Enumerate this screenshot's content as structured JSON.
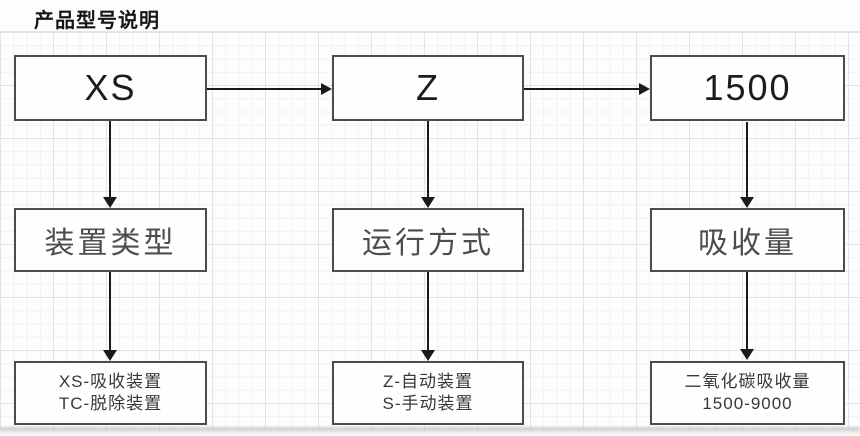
{
  "page": {
    "title": "产品型号说明"
  },
  "colors": {
    "box_border": "#4c4c4c",
    "arrow": "#1a1a1a",
    "grid_minor": "#f2f0f0",
    "grid_major": "#e3e3e3",
    "title_text": "#161616"
  },
  "columns": [
    {
      "code": "XS",
      "category": "装置类型",
      "details": [
        "XS-吸收装置",
        "TC-脱除装置"
      ]
    },
    {
      "code": "Z",
      "category": "运行方式",
      "details": [
        "Z-自动装置",
        "S-手动装置"
      ]
    },
    {
      "code": "1500",
      "category": "吸收量",
      "details": [
        "二氧化碳吸收量",
        "1500-9000"
      ]
    }
  ]
}
